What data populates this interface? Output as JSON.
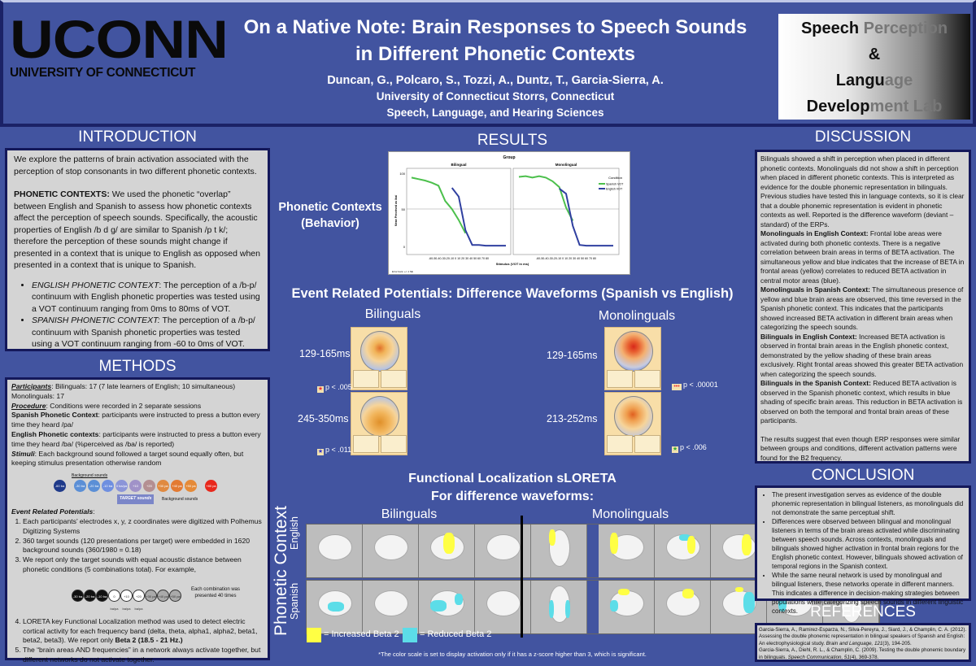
{
  "header": {
    "logo_main": "UCONN",
    "logo_sub": "UNIVERSITY OF CONNECTICUT",
    "title_line1": "On a Native Note: Brain Responses to Speech Sounds",
    "title_line2": "in Different Phonetic Contexts",
    "authors": "Duncan, G., Polcaro, S., Tozzi, A., Duntz, T., Garcia-Sierra, A.",
    "affiliation1": "University of Connecticut Storrs, Connecticut",
    "affiliation2": "Speech, Language, and Hearing Sciences",
    "lab": {
      "line1a": "Speech ",
      "line1b": "Perception",
      "line2": "&",
      "line3a": "Langu",
      "line3b": "age",
      "line4a": "Develop",
      "line4b": "ment Lab"
    }
  },
  "introduction": {
    "heading": "INTRODUCTION",
    "p1": "We explore the patterns of brain activation associated with the perception of stop consonants in two different phonetic contexts.",
    "p2_label": "PHONETIC CONTEXTS:",
    "p2": " We used the phonetic “overlap” between English and Spanish to assess how phonetic contexts affect the perception of speech sounds. Specifically, the acoustic properties of English /b d g/ are similar to Spanish /p t k/; therefore the perception of these sounds might change if presented in a context that is unique to English as opposed when presented in a context that is unique to Spanish.",
    "bullets": [
      {
        "label": "ENGLISH PHONETIC CONTEXT",
        "text": ": The perception of a /b-p/ continuum with English phonetic properties was tested using a VOT continuum ranging from 0ms to 80ms of VOT."
      },
      {
        "label": "SPANISH PHONETIC CONTEXT:",
        "text": " The perception of a /b-p/ continuum with Spanish phonetic properties was tested using a VOT continuum ranging from -60 to 0ms of VOT."
      }
    ]
  },
  "methods": {
    "heading": "METHODS",
    "participants_label": "Participants",
    "participants": ": Bilinguals: 17 (7 late learners of English; 10 simultaneous)",
    "monolinguals": "Monolinguals: 17",
    "procedure_label": "Procedure",
    "procedure": ": Conditions were recorded in 2 separate sessions",
    "spanish_label": "Spanish Phonetic Context",
    "spanish": ": participants were instructed to press a button every time they heard /pa/",
    "english_label": "English Phonetic contexts",
    "english": ": participants were instructed to press a button every time they heard /ba/ (%perceived as /ba/ is reported)",
    "stimuli_label": "Stimuli",
    "stimuli": ": Each background sound followed a target sound equally often, but keeping stimulus presentation otherwise random",
    "diagram1": {
      "top_label": "Background sounds",
      "target_label": "TARGET sounds",
      "bottom_label": "Background sounds",
      "circles": [
        {
          "t": "-60 ba",
          "c": "#1f3a8a"
        },
        {
          "t": "-30 ba",
          "c": "#5b8fd6"
        },
        {
          "t": "-20 ba",
          "c": "#5b8fd6"
        },
        {
          "t": "-10 ba",
          "c": "#6f8fe0"
        },
        {
          "t": "0 ba/pa",
          "c": "#8b95d8"
        },
        {
          "t": "+10 ba/pa",
          "c": "#a092c8"
        },
        {
          "t": "+20 ba/pa",
          "c": "#b48f92"
        },
        {
          "t": "+30 pa",
          "c": "#e08a40"
        },
        {
          "t": "+40 pa",
          "c": "#e37a32"
        },
        {
          "t": "+50 pa",
          "c": "#e58a38"
        },
        {
          "t": "+80 pa",
          "c": "#e8281c"
        }
      ]
    },
    "erp_label": "Event Related Potentials",
    "erp_items": [
      "Each participants’ electrodes x, y, z coordinates were digitized with Polhemus Digitizing Systems",
      "360 target sounds (120 presentations per target) were embedded in 1620 background sounds (360/1980 = 0.18)",
      "We report only the target sounds with equal acoustic distance between phonetic conditions (5 combinations total). For example,"
    ],
    "diagram2": {
      "note": "Each combination was presented 40 times",
      "labels": [
        "-30 ba",
        "-20 ba",
        "-10 ba",
        "0 ba/pa",
        "+10 ba/pa",
        "+20 ba/pa",
        "+30 pa",
        "+40 pa",
        "+50 pa"
      ]
    },
    "item4_pre": "LORETA key Functional Localization method was used to detect electric cortical activity for each frequency band (delta, theta, alpha1, alpha2, beta1, beta2, beta3). We report only ",
    "item4_bold": "Beta 2 (18.5 - 21 Hz.)",
    "item5": "The “brain areas AND frequencies” in a network always activate together, but different networks do not activate together."
  },
  "results": {
    "heading": "RESULTS",
    "behavior_label": "Phonetic Contexts (Behavior)",
    "erp_title": "Event Related Potentials: Difference Waveforms (Spanish vs English)",
    "erp_groups": [
      {
        "name": "Bilinguals",
        "windows": [
          {
            "time": "129-165ms",
            "p": "p < .005",
            "marker": "#e33"
          },
          {
            "time": "245-350ms",
            "p": "p < .011",
            "marker": "#33c"
          }
        ]
      },
      {
        "name": "Monolinguals",
        "windows": [
          {
            "time": "129-165ms",
            "p": "p < .00001",
            "marker": "#e33"
          },
          {
            "time": "213-252ms",
            "p": "p < .006",
            "marker": "#3a3"
          }
        ]
      }
    ],
    "loreta_title1": "Functional Localization sLORETA",
    "loreta_title2": "For difference waveforms:",
    "loreta_groups": [
      "Bilinguals",
      "Monolinguals"
    ],
    "row_axis_label": "Phonetic Context",
    "row_labels": [
      "English",
      "Spanish"
    ],
    "legend": [
      {
        "label": "= Increased Beta 2",
        "color": "#ffff44"
      },
      {
        "label": "= Reduced Beta 2",
        "color": "#5cdde8"
      }
    ],
    "footnote": "*The color scale is set to display activation only if it has a z-score higher than 3, which is significant."
  },
  "chart_data": {
    "type": "line",
    "title": "Group",
    "panels": [
      "Bilingual",
      "Monolingual"
    ],
    "xlabel": "Stimulus (VOT in ms)",
    "ylabel": "Mean Perceived as /ba/",
    "yticks": [
      0,
      50,
      100
    ],
    "ylim": [
      0,
      100
    ],
    "x": [
      -60,
      -50,
      -40,
      -30,
      -20,
      -10,
      0,
      10,
      20,
      30,
      40,
      50,
      60,
      70,
      80
    ],
    "legend_title": "Condition",
    "reference_line": 50,
    "footer": "Error bars: +/- 1 SE",
    "series": [
      {
        "panel": "Bilingual",
        "name": "Spanish VOT",
        "color": "#4cc04c",
        "x": [
          -60,
          -50,
          -40,
          -30,
          -20,
          -10,
          0,
          10,
          20
        ],
        "values": [
          94,
          92,
          90,
          87,
          83,
          62,
          51,
          36,
          18
        ]
      },
      {
        "panel": "Bilingual",
        "name": "English VOT",
        "color": "#3040a0",
        "x": [
          0,
          10,
          20,
          30,
          40,
          50,
          60,
          70,
          80
        ],
        "values": [
          80,
          68,
          22,
          2,
          2,
          1,
          1,
          1,
          1
        ]
      },
      {
        "panel": "Monolingual",
        "name": "Spanish VOT",
        "color": "#4cc04c",
        "x": [
          -60,
          -50,
          -40,
          -30,
          -20,
          -10,
          0,
          10,
          20
        ],
        "values": [
          95,
          96,
          94,
          96,
          94,
          89,
          81,
          53,
          35
        ]
      },
      {
        "panel": "Monolingual",
        "name": "English VOT",
        "color": "#3040a0",
        "x": [
          0,
          10,
          20,
          30,
          40,
          50,
          60,
          70,
          80
        ],
        "values": [
          79,
          72,
          28,
          2,
          1,
          1,
          1,
          1,
          1
        ]
      }
    ]
  },
  "discussion": {
    "heading": "DISCUSSION",
    "intro": "Bilinguals showed a shift in perception when placed in different phonetic contexts. Monolinguals did not show a shift in perception when placed in different phonetic contexts. This is interpreted as evidence for the double phonemic representation in bilinguals. Previous studies have tested this in language contexts, so it is clear that a double phonemic representation is evident in phonetic contexts as well. Reported is the difference waveform (deviant – standard) of the ERPs.",
    "items": [
      {
        "label": "Monolinguals in English Context:",
        "text": " Frontal lobe areas were activated during both phonetic contexts. There is a negative correlation between brain areas in terms of BETA activation. The simultaneous yellow and blue indicates that the increase of BETA in frontal areas (yellow) correlates to reduced BETA activation in central motor areas (blue)."
      },
      {
        "label": "Monolinguals in Spanish Context:",
        "text": " The simultaneous presence of yellow and blue brain areas are observed, this time reversed in the Spanish phonetic context. This indicates that the participants showed increased BETA activation in different brain areas when categorizing the speech sounds."
      },
      {
        "label": "Bilinguals in English Context:",
        "text": " Increased BETA activation is observed in frontal brain areas in the English phonetic context, demonstrated by the yellow shading of these brain areas exclusively. Right frontal areas showed this greater BETA activation when categorizing the speech sounds."
      },
      {
        "label": "Bilinguals in the Spanish Context:",
        "text": "  Reduced BETA activation is observed in the Spanish phonetic context, which results in blue shading of specific brain areas. This reduction in BETA activation is observed on both the temporal and frontal brain areas of these participants."
      }
    ],
    "closing": "The results suggest that even though ERP responses were similar between groups and conditions, different activation patterns were found for the B2 frequency."
  },
  "conclusion": {
    "heading": "CONCLUSION",
    "bullets": [
      "The present investigation serves as evidence of the double phonemic representation in bilingual listeners, as monolinguals did not demonstrate the same perceptual shift.",
      "Differences were observed between bilingual and monolingual listeners in terms of the brain areas activated while discriminating between speech sounds. Across contexts, monolinguals and bilinguals showed higher activation in frontal brain regions for the English phonetic context. However, bilinguals showed activation of temporal regions in the Spanish context.",
      "While the same neural network is used by monolingual and bilingual listeners, these networks operate in different manners. This indicates a difference in decision-making strategies between populations while categorizing speech sounds in different linguistic contexts."
    ]
  },
  "references": {
    "heading": "REFERENCES",
    "items": [
      {
        "pre": "Garcia-Sierra, A., Ramirez-Esparza, N., Silva-Pereyra, J., Siard, J., & Champlin, C. A. (2012). Assessing the double phonemic representation in bilingual speakers of Spanish and English: An electrophysiological study. ",
        "journal": "Brain and Language, 121",
        "post": "(3), 194-205."
      },
      {
        "pre": "Garcia-Sierra, A., Diehl, R. L., & Champlin, C. (2009). Testing the double phonemic boundary in bilinguals. ",
        "journal": "Speech Communication, 51",
        "post": "(4), 369-378."
      }
    ]
  }
}
